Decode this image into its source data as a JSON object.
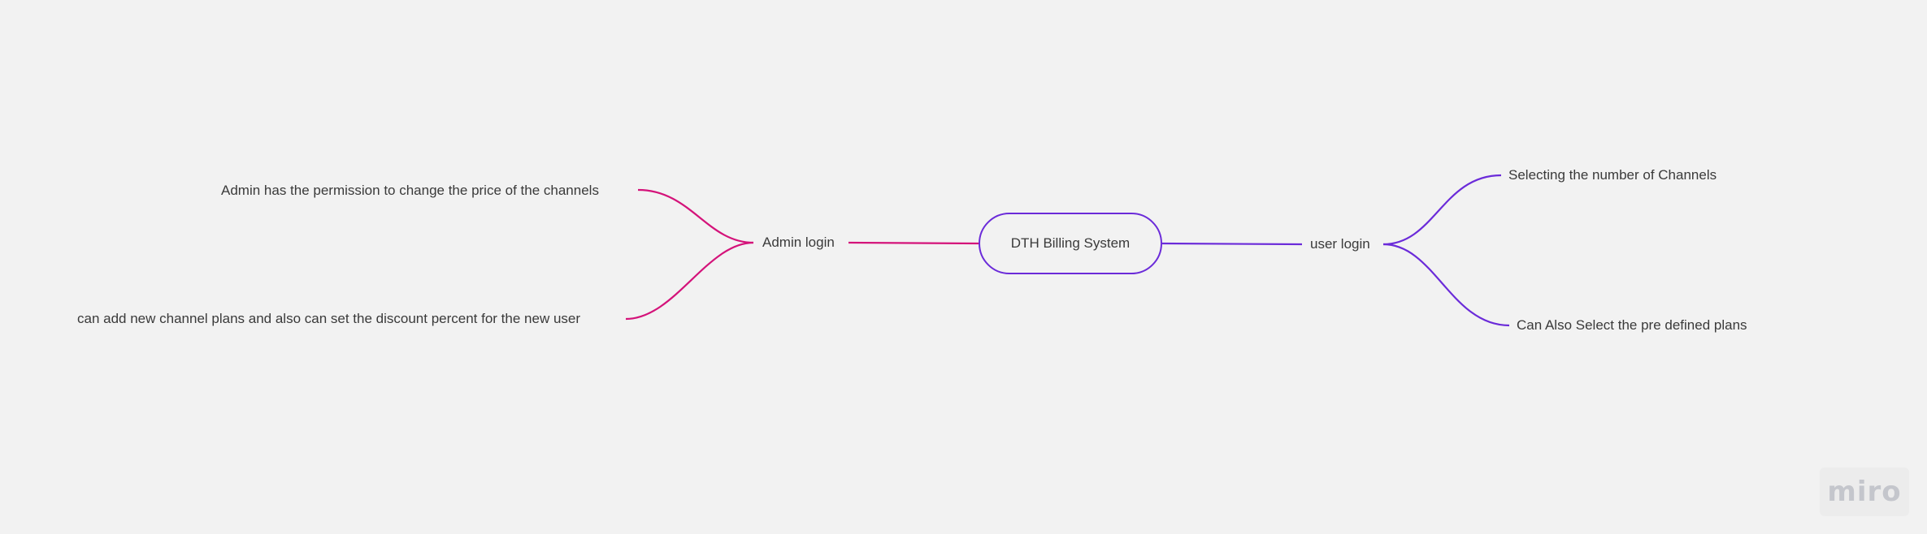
{
  "colors": {
    "background": "#f2f2f2",
    "admin_branch": "#d4137a",
    "user_branch": "#6b2bd9",
    "text": "#3a3a3a"
  },
  "mindmap": {
    "root": {
      "label": "DTH Billing System"
    },
    "left_branch": {
      "label": "Admin login",
      "children": [
        {
          "label": "Admin has the permission to  change the price of the channels"
        },
        {
          "label": "can add new channel plans and also  can set the discount percent for the new user"
        }
      ]
    },
    "right_branch": {
      "label": "user login",
      "children": [
        {
          "label": "Selecting the number of Channels"
        },
        {
          "label": "Can Also Select the pre defined plans"
        }
      ]
    }
  },
  "watermark": {
    "label": "miro"
  }
}
